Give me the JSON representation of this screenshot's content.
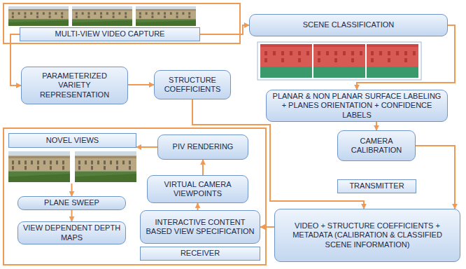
{
  "diagram": {
    "nodes": [
      {
        "text": [
          "MULTI-VIEW VIDEO CAPTURE"
        ]
      },
      {
        "text": [
          "SCENE CLASSIFICATION"
        ]
      },
      {
        "text": [
          "PARAMETERIZED VARIETY REPRESENTATION"
        ]
      },
      {
        "text": [
          "STRUCTURE COEFFICIENTS"
        ]
      },
      {
        "text": [
          "PLANAR & NON PLANAR SURFACE LABELING + PLANES ORIENTATION + CONFIDENCE LABELS"
        ]
      },
      {
        "text": [
          "CAMERA CALIBRATION"
        ]
      },
      {
        "text": [
          "TRANSMITTER"
        ]
      },
      {
        "text": [
          "NOVEL VIEWS"
        ]
      },
      {
        "text": [
          "PIV RENDERING"
        ]
      },
      {
        "text": [
          "VIRTUAL CAMERA VIEWPOINTS"
        ]
      },
      {
        "text": [
          "PLANE SWEEP"
        ]
      },
      {
        "text": [
          "INTERACTIVE CONTENT BASED VIEW SPECIFICATION"
        ]
      },
      {
        "text": [
          "VIEW DEPENDENT DEPTH MAPS"
        ]
      },
      {
        "text": [
          "RECEIVER"
        ]
      },
      {
        "text": [
          "VIDEO + STRUCTURE COEFFICIENTS + METADATA (CALIBRATION & CLASSIFIED SCENE INFORMATION)"
        ]
      }
    ],
    "edges": [
      {
        "from": 0,
        "to": 1,
        "arrow": "to"
      },
      {
        "from": 1,
        "to": 4,
        "arrow": "to"
      },
      {
        "from": 4,
        "to": 5,
        "arrow": "to"
      },
      {
        "from": 0,
        "to": 2,
        "arrow": "to"
      },
      {
        "from": 2,
        "to": 3,
        "arrow": "to"
      },
      {
        "from": 3,
        "to": 14,
        "arrow": "to"
      },
      {
        "from": 5,
        "to": 14,
        "arrow": "to"
      },
      {
        "from": 14,
        "to": 11,
        "arrow": "to"
      },
      {
        "from": 11,
        "to": 9,
        "arrow": "to"
      },
      {
        "from": 9,
        "to": 8,
        "arrow": "to"
      },
      {
        "from": 8,
        "to": 7,
        "arrow": "to"
      },
      {
        "from": 7,
        "to": 10,
        "arrow": "to"
      },
      {
        "from": 10,
        "to": 12,
        "arrow": "to"
      }
    ]
  }
}
